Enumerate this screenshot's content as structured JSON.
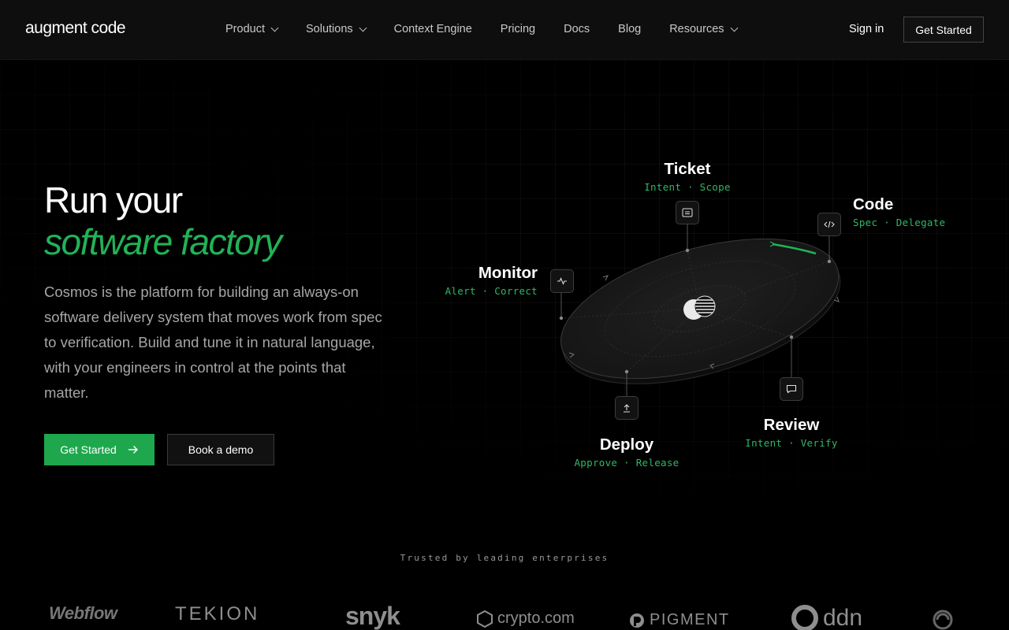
{
  "nav": {
    "logo": "augment code",
    "links": [
      {
        "label": "Product",
        "has_menu": true
      },
      {
        "label": "Solutions",
        "has_menu": true
      },
      {
        "label": "Context Engine",
        "has_menu": false
      },
      {
        "label": "Pricing",
        "has_menu": false
      },
      {
        "label": "Docs",
        "has_menu": false
      },
      {
        "label": "Blog",
        "has_menu": false
      },
      {
        "label": "Resources",
        "has_menu": true
      }
    ],
    "signin": "Sign in",
    "cta": "Get Started"
  },
  "hero": {
    "title_line1": "Run your",
    "title_line2": "software factory",
    "description": "Cosmos is the platform for building an always-on software delivery system that moves work from spec to verification. Build and tune it in natural language, with your engineers in control at the points that matter.",
    "primary_cta": "Get Started",
    "secondary_cta": "Book a demo"
  },
  "diagram": {
    "stages": [
      {
        "name": "Ticket",
        "sub": "Intent · Scope",
        "icon": "ticket-icon"
      },
      {
        "name": "Code",
        "sub": "Spec · Delegate",
        "icon": "code-icon"
      },
      {
        "name": "Review",
        "sub": "Intent · Verify",
        "icon": "chat-icon"
      },
      {
        "name": "Deploy",
        "sub": "Approve · Release",
        "icon": "upload-icon"
      },
      {
        "name": "Monitor",
        "sub": "Alert · Correct",
        "icon": "pulse-icon"
      }
    ]
  },
  "trusted": {
    "heading": "Trusted by leading enterprises",
    "logos": [
      "Webflow",
      "TEKION",
      "snyk",
      "crypto.com",
      "PIGMENT",
      "ddn"
    ]
  },
  "colors": {
    "accent": "#22b257",
    "accent_button": "#1ea74d",
    "background": "#000000",
    "nav_background": "#0e0e0e"
  }
}
